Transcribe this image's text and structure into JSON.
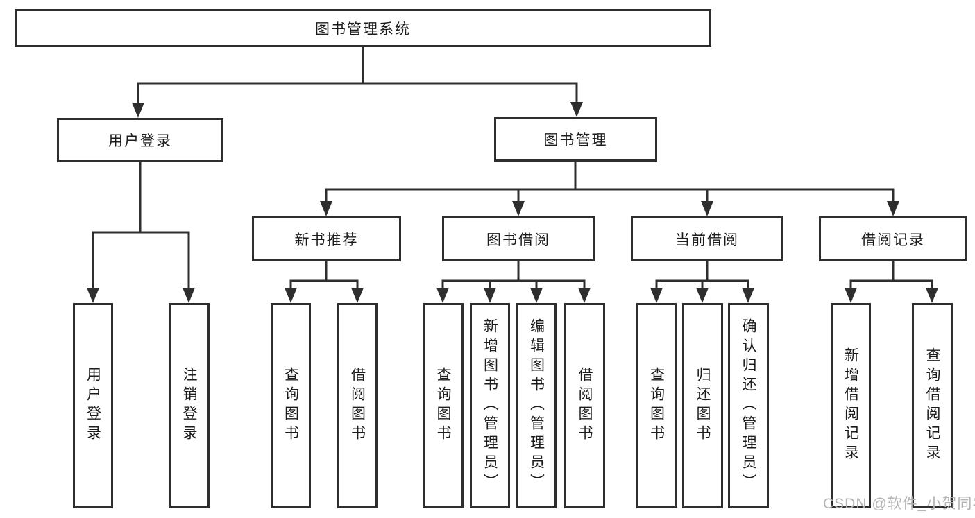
{
  "diagram": {
    "root": {
      "label": "图书管理系统"
    },
    "branches": [
      {
        "label": "用户登录",
        "children": [
          {
            "label": "用户登录"
          },
          {
            "label": "注销登录"
          }
        ]
      },
      {
        "label": "图书管理",
        "children": [
          {
            "label": "新书推荐",
            "children": [
              {
                "label": "查询图书"
              },
              {
                "label": "借阅图书"
              }
            ]
          },
          {
            "label": "图书借阅",
            "children": [
              {
                "label": "查询图书"
              },
              {
                "label": "新增图书（管理员）"
              },
              {
                "label": "编辑图书（管理员）"
              },
              {
                "label": "借阅图书"
              }
            ]
          },
          {
            "label": "当前借阅",
            "children": [
              {
                "label": "查询图书"
              },
              {
                "label": "归还图书"
              },
              {
                "label": "确认归还（管理员）"
              }
            ]
          },
          {
            "label": "借阅记录",
            "children": [
              {
                "label": "新增借阅记录"
              },
              {
                "label": "查询借阅记录"
              }
            ]
          }
        ]
      }
    ],
    "watermark": "CSDN @软件_小贺同学",
    "colors": {
      "line": "#2e2e2e",
      "text": "#1c1c1c",
      "watermark": "#b3b3b3",
      "background": "#ffffff"
    }
  }
}
